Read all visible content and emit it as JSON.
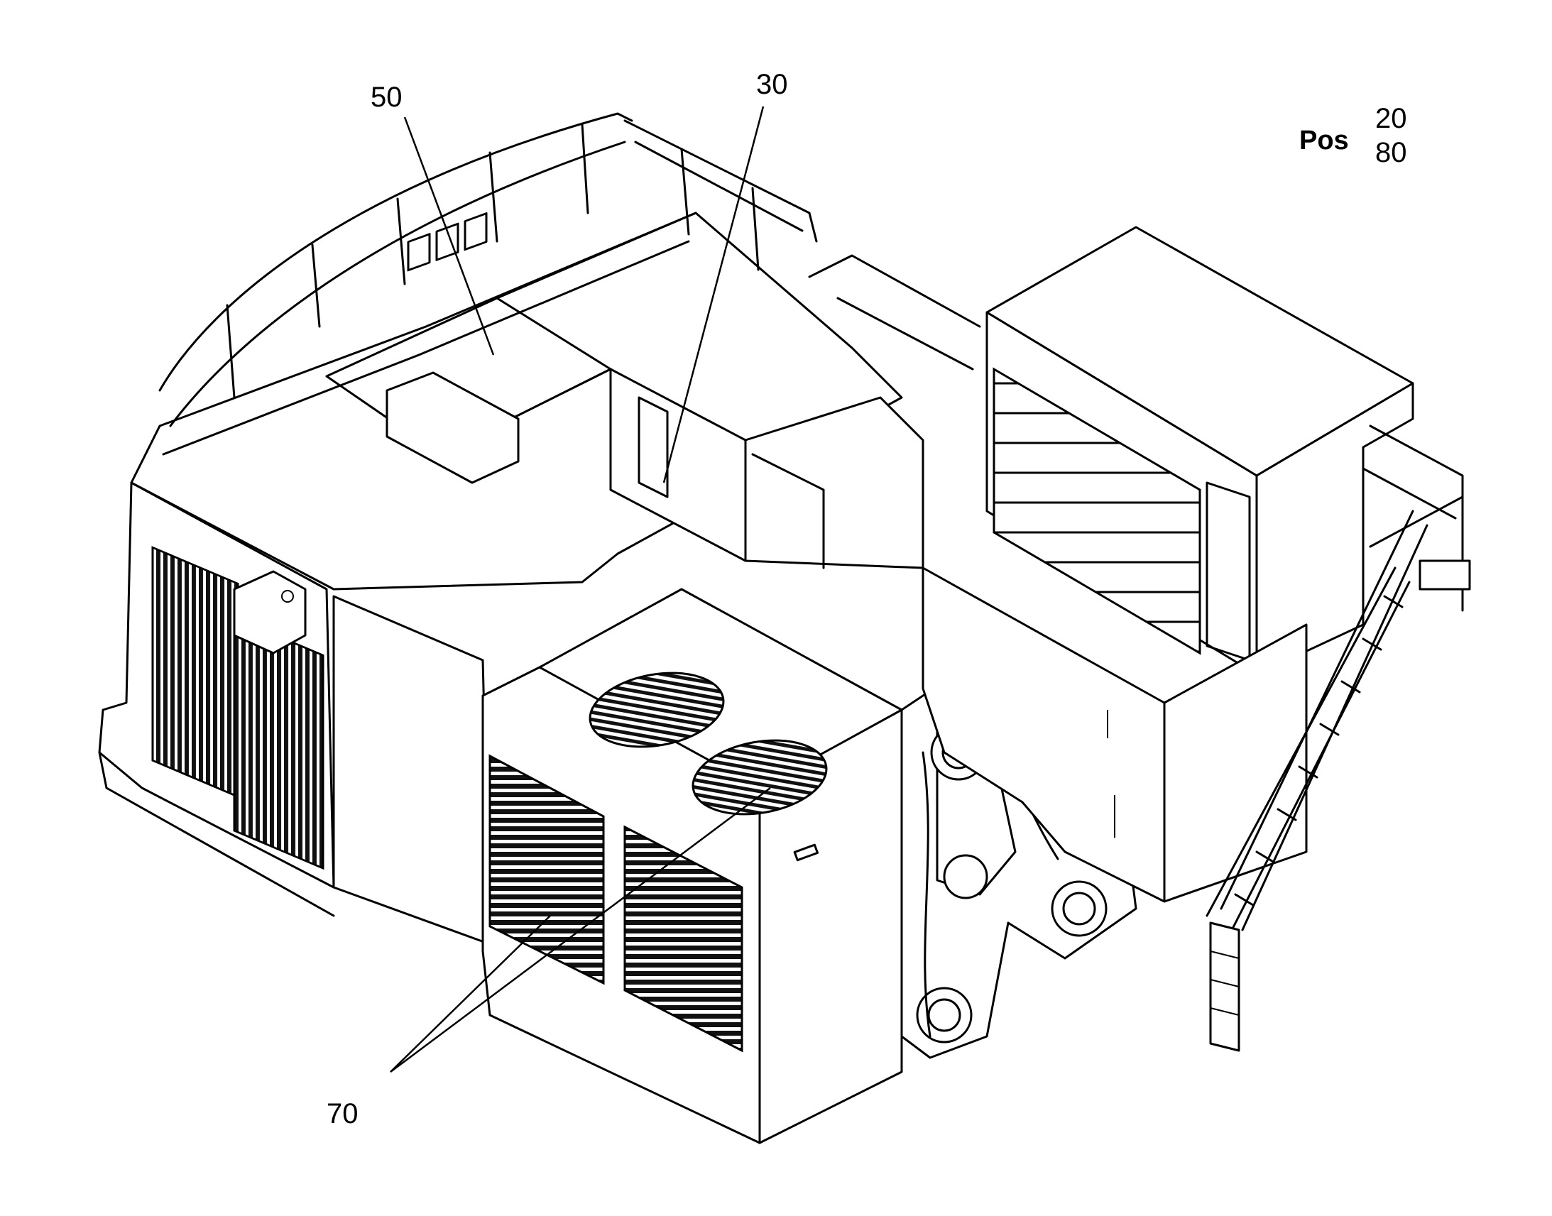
{
  "position_block": {
    "label": "Pos",
    "values": [
      "20",
      "80"
    ]
  },
  "callouts": [
    {
      "id": "c50",
      "number": "50"
    },
    {
      "id": "c30",
      "number": "30"
    },
    {
      "id": "c70",
      "number": "70"
    }
  ]
}
